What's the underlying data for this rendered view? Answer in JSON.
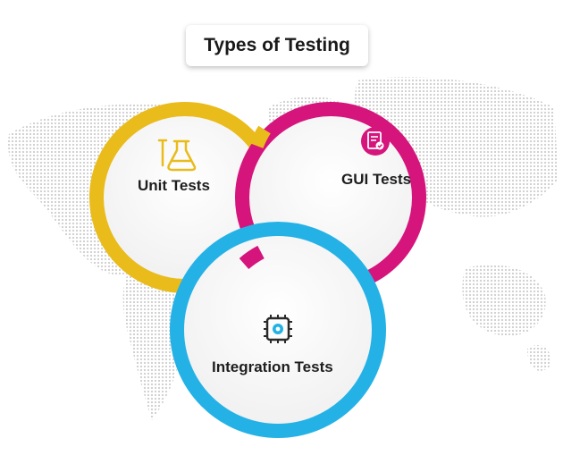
{
  "title": "Types of Testing",
  "circles": [
    {
      "label": "Unit Tests",
      "icon": "flask-icon",
      "color": "#e9bb1b"
    },
    {
      "label": "GUI Tests",
      "icon": "checklist-icon",
      "color": "#d5147c"
    },
    {
      "label": "Integration Tests",
      "icon": "gear-chip-icon",
      "color": "#24b2e6"
    }
  ],
  "colors": {
    "map_dots": "#cdcdcd"
  }
}
